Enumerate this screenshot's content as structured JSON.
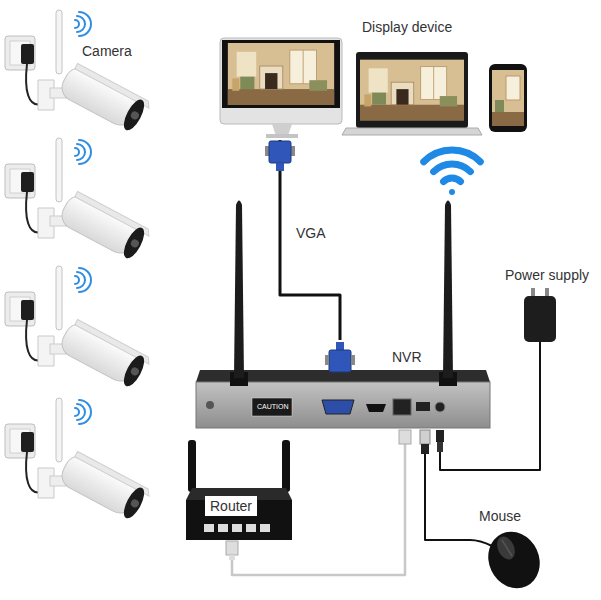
{
  "diagram": {
    "nodes": [
      {
        "text": [
          "Display device"
        ]
      },
      {
        "text": [
          "Camera"
        ]
      },
      {
        "text": [
          "Power supply"
        ]
      },
      {
        "text": [
          "NVR"
        ]
      },
      {
        "text": [
          "Router"
        ]
      },
      {
        "text": [
          "Mouse"
        ]
      }
    ],
    "edges": [
      {
        "from": 0,
        "to": 3,
        "label": "VGA",
        "arrow": "none"
      },
      {
        "from": 4,
        "to": 3,
        "arrow": "none"
      },
      {
        "from": 2,
        "to": 3,
        "arrow": "none"
      },
      {
        "from": 5,
        "to": 3,
        "arrow": "none"
      }
    ],
    "labels": [
      "CAUTION"
    ]
  }
}
